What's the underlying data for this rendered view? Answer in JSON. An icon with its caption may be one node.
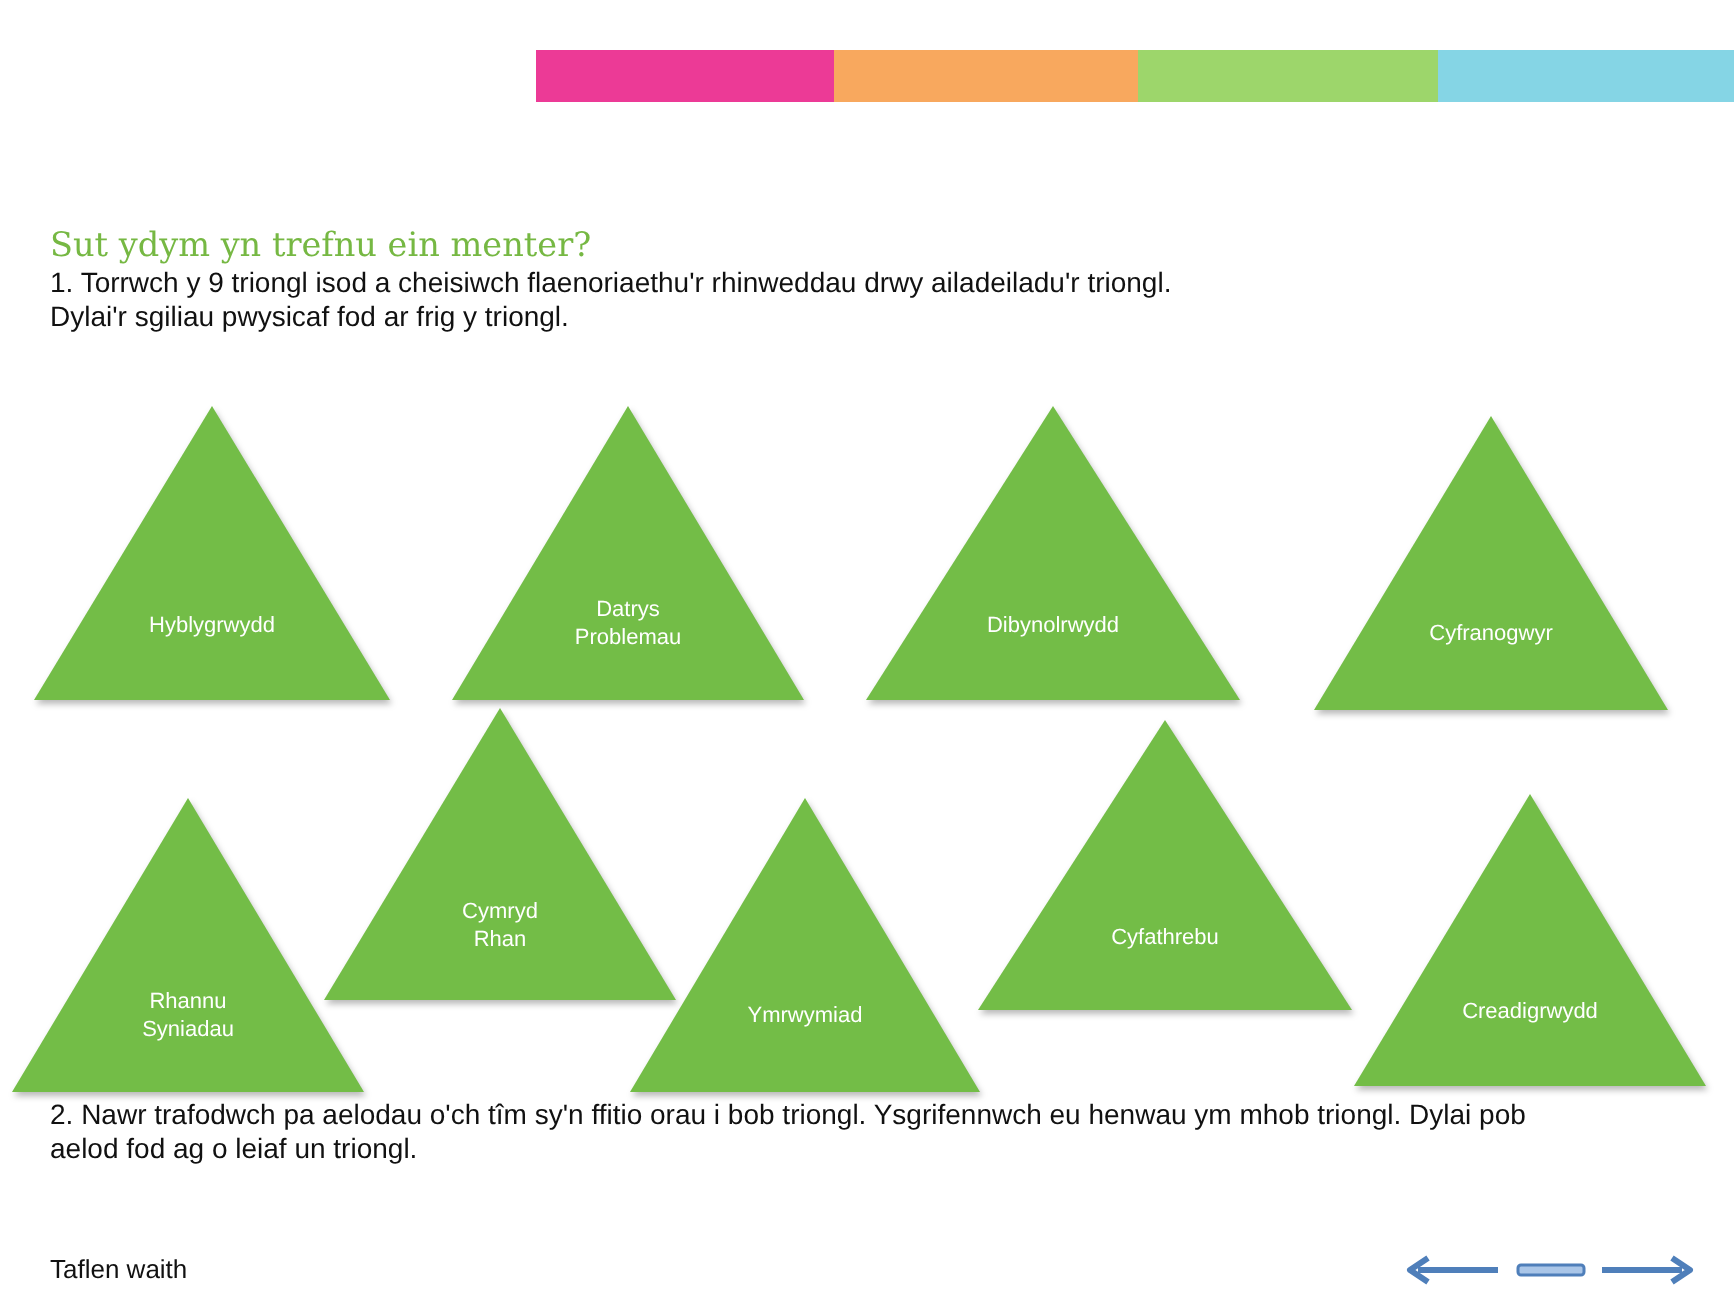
{
  "diagram": {
    "title": "Sut ydym yn trefnu ein menter?",
    "nodes": [
      {
        "text": [
          "Hyblygrwydd"
        ]
      },
      {
        "text": [
          "Datrys Problemau"
        ]
      },
      {
        "text": [
          "Dibynolrwydd"
        ]
      },
      {
        "text": [
          "Cyfranogwyr"
        ]
      },
      {
        "text": [
          "Rhannu Syniadau"
        ]
      },
      {
        "text": [
          "Cymryd Rhan"
        ]
      },
      {
        "text": [
          "Ymrwymiad"
        ]
      },
      {
        "text": [
          "Cyfathrebu"
        ]
      },
      {
        "text": [
          "Creadigrwydd"
        ]
      }
    ],
    "labels": [
      "1. Torrwch y 9 triongl isod a cheisiwch flaenoriaethu'r rhinweddau drwy ailadeiladu'r triongl. Dylai'r sgiliau pwysicaf fod ar frig y triongl.",
      "2. Nawr trafodwch pa aelodau o'ch tîm sy'n ffitio orau i bob triongl. Ysgrifennwch eu henwau ym mhob triongl. Dylai pob aelod fod ag o leiaf un triongl.",
      "Taflen waith"
    ]
  }
}
